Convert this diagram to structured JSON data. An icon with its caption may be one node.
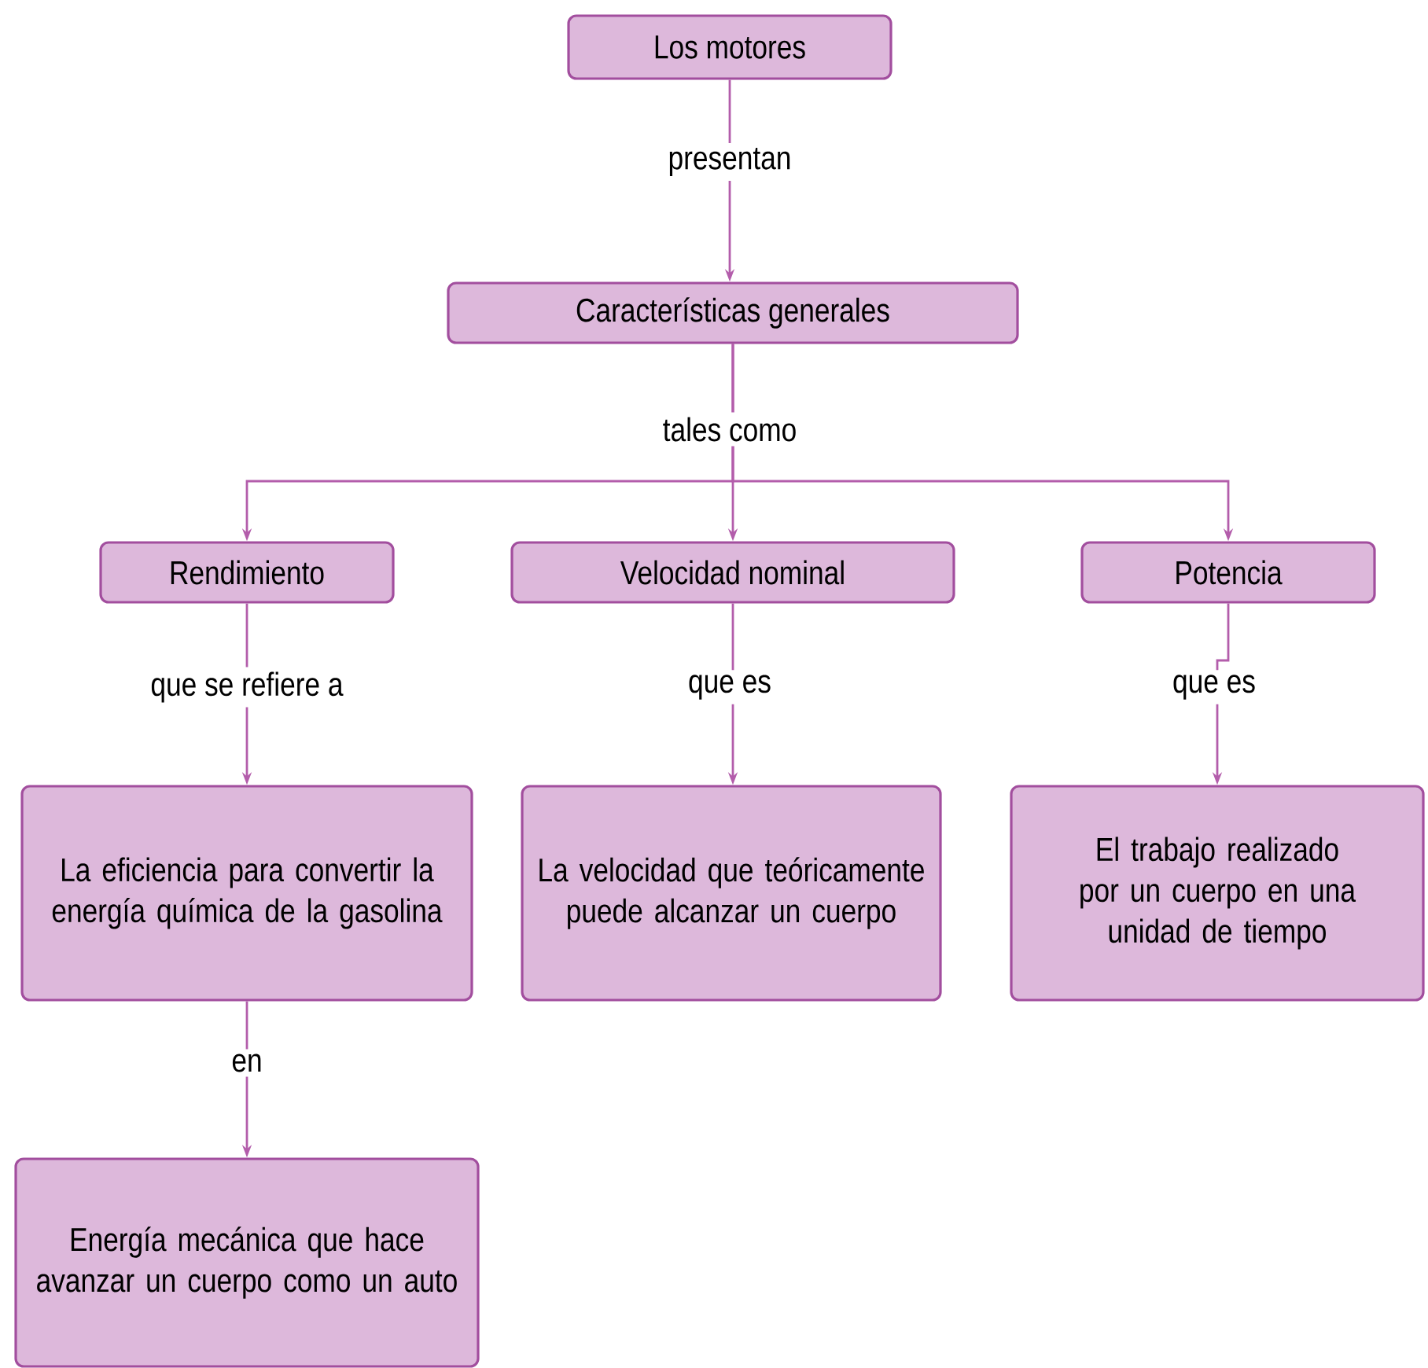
{
  "diagram": {
    "nodes": [
      {
        "text": [
          "Los motores"
        ]
      },
      {
        "text": [
          "Características generales"
        ]
      },
      {
        "text": [
          "Rendimiento"
        ]
      },
      {
        "text": [
          "Velocidad nominal"
        ]
      },
      {
        "text": [
          "Potencia"
        ]
      },
      {
        "text": [
          "La eficiencia para convertir la energía química de la gasolina"
        ]
      },
      {
        "text": [
          "La velocidad que teóricamente puede alcanzar un cuerpo"
        ]
      },
      {
        "text": [
          "El trabajo realizado por un cuerpo en una unidad de tiempo"
        ]
      },
      {
        "text": [
          "Energía mecánica que hace avanzar un cuerpo como un auto"
        ]
      }
    ],
    "edges": [
      {
        "from": 0,
        "to": 1,
        "arrow": "to",
        "label": "presentan"
      },
      {
        "from": 1,
        "to": 2,
        "arrow": "to"
      },
      {
        "from": 1,
        "to": 3,
        "arrow": "to",
        "label": "tales como"
      },
      {
        "from": 1,
        "to": 4,
        "arrow": "to"
      },
      {
        "from": 2,
        "to": 5,
        "arrow": "to",
        "label": "que se refiere a"
      },
      {
        "from": 3,
        "to": 6,
        "arrow": "to",
        "label": "que es"
      },
      {
        "from": 4,
        "to": 7,
        "arrow": "to",
        "label": "que es"
      },
      {
        "from": 5,
        "to": 8,
        "arrow": "to",
        "label": "en"
      }
    ]
  }
}
